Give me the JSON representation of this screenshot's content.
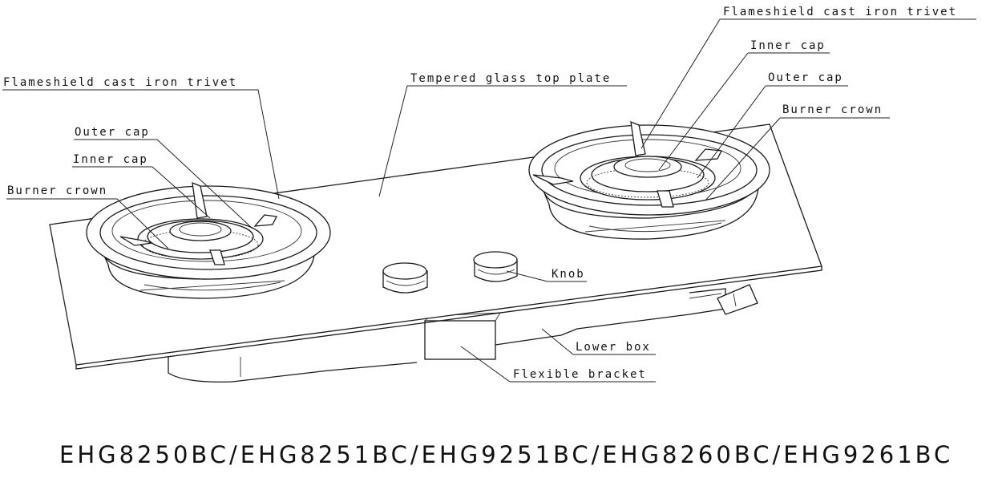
{
  "diagram": {
    "labels": {
      "left_trivet": "Flameshield cast iron trivet",
      "left_outer_cap": "Outer cap",
      "left_inner_cap": "Inner cap",
      "left_burner_crown": "Burner crown",
      "glass_top": "Tempered glass top plate",
      "right_trivet": "Flameshield cast iron trivet",
      "right_inner_cap": "Inner cap",
      "right_outer_cap": "Outer cap",
      "right_burner_crown": "Burner crown",
      "knob": "Knob",
      "lower_box": "Lower box",
      "flexible_bracket": "Flexible bracket"
    },
    "model_numbers": "EHG8250BC/EHG8251BC/EHG9251BC/EHG8260BC/EHG9261BC"
  }
}
